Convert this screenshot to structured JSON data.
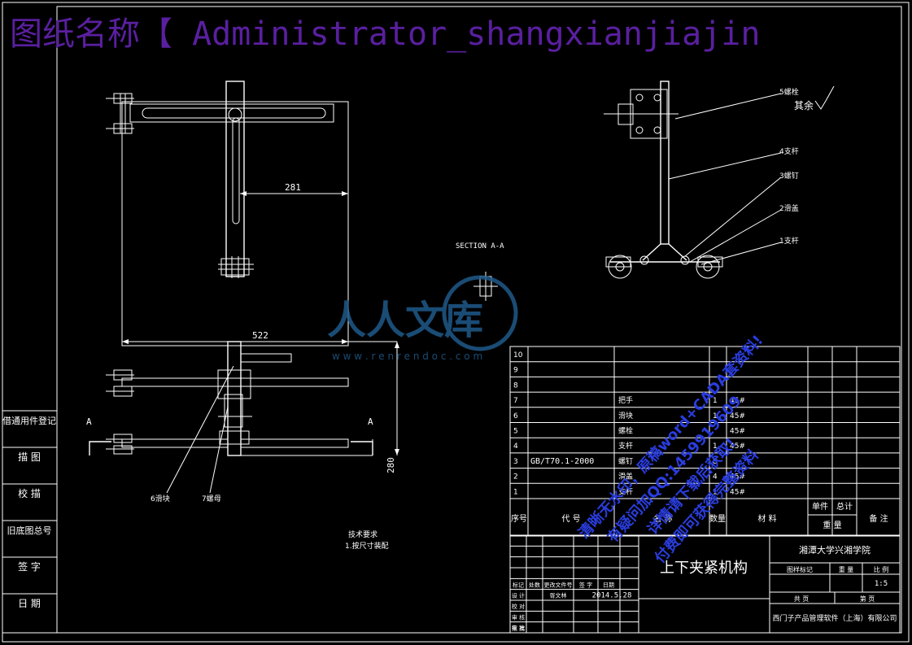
{
  "banner": {
    "text": "图纸名称【 Administrator_shangxianjiajin",
    "color": "#5a1fa0"
  },
  "left_strip": {
    "items": [
      "借通用件登记",
      "描 图",
      "校 描",
      "旧底图总号",
      "签 字",
      "日 期"
    ]
  },
  "dimensions": {
    "d281": "281",
    "d522": "522",
    "d280": "280"
  },
  "section_marks": {
    "left": "A",
    "right": "A"
  },
  "section_title": "SECTION A-A",
  "callouts_left": {
    "c6": "6滑块",
    "c7": "7螺母"
  },
  "callouts_right": {
    "c5": "5螺栓",
    "c4": "4支杆",
    "c3": "3螺钉",
    "c2": "2滑盖",
    "c1": "1支杆"
  },
  "roughness": "其余",
  "tech_req": {
    "title": "技术要求",
    "line": "1.按尺寸装配"
  },
  "watermark": {
    "brand": "人人文库",
    "url": "w w w . r e n r e n d o c . c o m",
    "color": "#1f5a8a"
  },
  "promo": {
    "line1": "清晰无水印，原稿word+CADA套资料!",
    "line2": "有疑问加QQ:1459919609",
    "line3": "详情请下载后获取!",
    "line4": "付费即可获得完整资料",
    "color": "#2a3de0"
  },
  "bom": {
    "rows": [
      {
        "no": "10",
        "code": "",
        "name": "",
        "qty": "",
        "mat": ""
      },
      {
        "no": "9",
        "code": "",
        "name": "",
        "qty": "",
        "mat": ""
      },
      {
        "no": "8",
        "code": "",
        "name": "",
        "qty": "",
        "mat": ""
      },
      {
        "no": "7",
        "code": "",
        "name": "把手",
        "qty": "1",
        "mat": "45#"
      },
      {
        "no": "6",
        "code": "",
        "name": "滑块",
        "qty": "1",
        "mat": "45#"
      },
      {
        "no": "5",
        "code": "",
        "name": "螺栓",
        "qty": "",
        "mat": "45#"
      },
      {
        "no": "4",
        "code": "",
        "name": "支杆",
        "qty": "1",
        "mat": "45#"
      },
      {
        "no": "3",
        "code": "GB/T70.1-2000",
        "name": "螺钉",
        "qty": "8",
        "mat": ""
      },
      {
        "no": "2",
        "code": "",
        "name": "滑盖",
        "qty": "4",
        "mat": "45#"
      },
      {
        "no": "1",
        "code": "",
        "name": "支杆",
        "qty": "1",
        "mat": "45#"
      }
    ],
    "headers": {
      "no": "序号",
      "code": "代 号",
      "name": "名 称",
      "qty": "数量",
      "mat": "材 料",
      "single": "单件",
      "total": "总计",
      "weight": "重 量",
      "remark": "备 注"
    }
  },
  "title_block": {
    "drawing_title": "上下夹紧机构",
    "school": "湘潭大学兴湘学院",
    "company": "西门子产品管理软件（上海）有限公司",
    "stage_mark": "图样标记",
    "weight": "重 量",
    "scale_label": "比 例",
    "scale": "1:5",
    "sheets": "共 页",
    "sheet": "第 页",
    "rev_headers": [
      "标记",
      "处数",
      "更改文件号",
      "签 字",
      "日期"
    ],
    "roles": [
      "设 计",
      "校 对",
      "审 核",
      "审 批",
      "批 准"
    ],
    "designer_doc": "胥文林",
    "date": "2014.5.28"
  }
}
